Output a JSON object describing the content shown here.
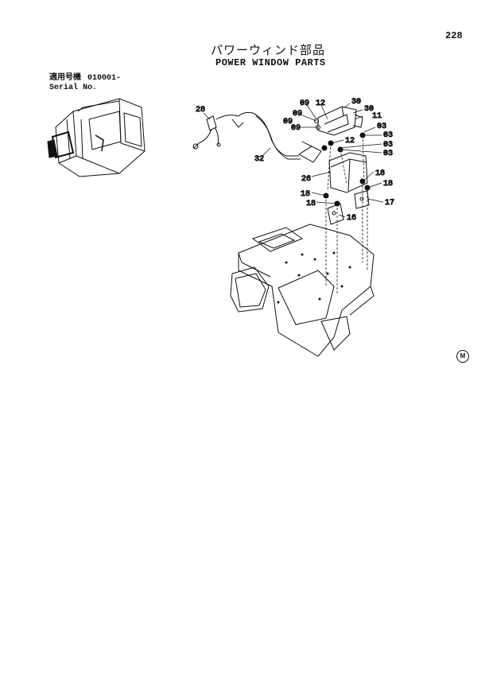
{
  "page": {
    "number": "228",
    "title_jp": "パワーウィンド部品",
    "title_en": "POWER WINDOW PARTS"
  },
  "serial": {
    "label_jp": "適用号機",
    "value": "010001-",
    "label_en": "Serial No."
  },
  "callouts": {
    "c28": "28",
    "c32": "32",
    "c09a": "09",
    "c12a": "12",
    "c30a": "30",
    "c30b": "30",
    "c09b": "09",
    "c09c": "09",
    "c11": "11",
    "c09d": "09",
    "c03a": "03",
    "c03b": "03",
    "c12b": "12",
    "c03c": "03",
    "c03d": "03",
    "c26": "26",
    "c18a": "18",
    "c18b": "18",
    "c18c": "18",
    "c18d": "18",
    "c17": "17",
    "c16": "16"
  },
  "corner_mark": "M"
}
